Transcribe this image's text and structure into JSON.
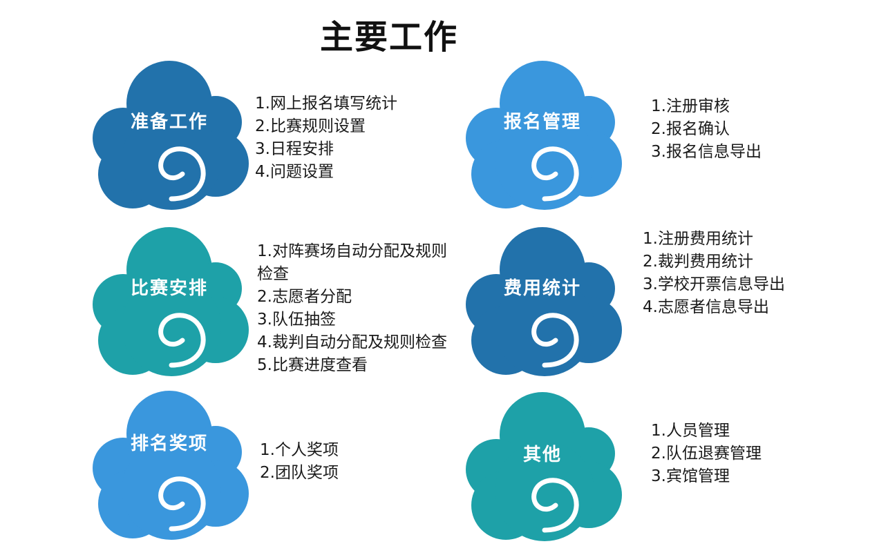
{
  "title": "主要工作",
  "colors": {
    "dark_blue": "#2272ab",
    "light_blue": "#3a97dd",
    "teal": "#1ea1a8",
    "swirl": "#ffffff"
  },
  "clouds": [
    {
      "label": "准备工作",
      "color": "#2272ab",
      "icon": "cloud-swirl-icon",
      "items": [
        "1.网上报名填写统计",
        "2.比赛规则设置",
        "3.日程安排",
        "4.问题设置"
      ]
    },
    {
      "label": "报名管理",
      "color": "#3a97dd",
      "icon": "cloud-swirl-icon",
      "items": [
        "1.注册审核",
        "2.报名确认",
        "3.报名信息导出"
      ]
    },
    {
      "label": "比赛安排",
      "color": "#1ea1a8",
      "icon": "cloud-swirl-icon",
      "items": [
        "1.对阵赛场自动分配及规则",
        "检查",
        "2.志愿者分配",
        "3.队伍抽签",
        "4.裁判自动分配及规则检查",
        "5.比赛进度查看"
      ]
    },
    {
      "label": "费用统计",
      "color": "#2272ab",
      "icon": "cloud-swirl-icon",
      "items": [
        "1.注册费用统计",
        "2.裁判费用统计",
        "3.学校开票信息导出",
        "4.志愿者信息导出"
      ]
    },
    {
      "label": "排名奖项",
      "color": "#3a97dd",
      "icon": "cloud-swirl-icon",
      "items": [
        "1.个人奖项",
        "2.团队奖项"
      ]
    },
    {
      "label": "其他",
      "color": "#1ea1a8",
      "icon": "cloud-swirl-icon",
      "items": [
        "1.人员管理",
        "2.队伍退赛管理",
        "3.宾馆管理"
      ]
    }
  ]
}
